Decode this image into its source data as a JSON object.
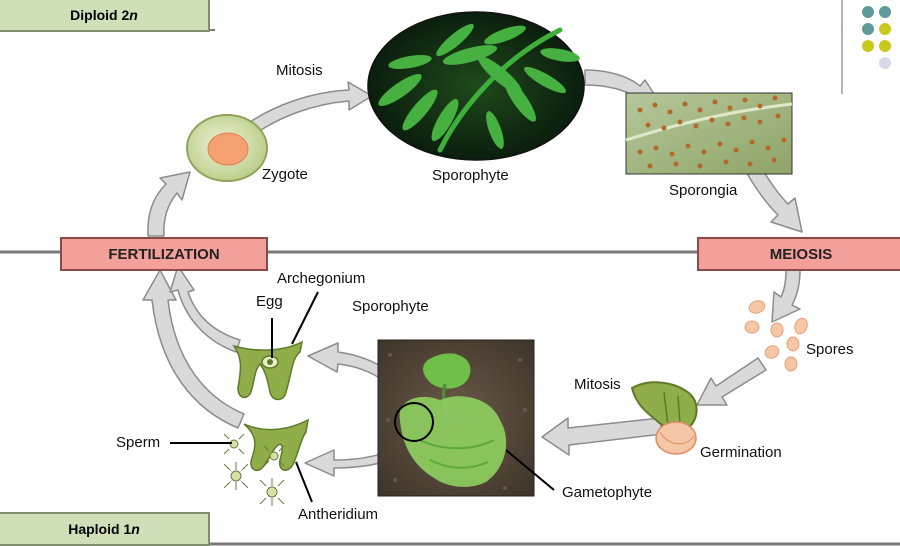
{
  "ploidy": {
    "diploid": {
      "text": "Diploid 2",
      "italic": "n"
    },
    "haploid": {
      "text": "Haploid 1",
      "italic": "n"
    }
  },
  "stages": {
    "fertilization": "FERTILIZATION",
    "meiosis": "MEIOSIS"
  },
  "labels": {
    "mitosis_top": "Mitosis",
    "zygote": "Zygote",
    "sporophyte_top": "Sporophyte",
    "sporongia": "Sporongia",
    "spores": "Spores",
    "mitosis_bottom": "Mitosis",
    "germination": "Germination",
    "gametophyte": "Gametophyte",
    "sporophyte_bottom": "Sporophyte",
    "archegonium": "Archegonium",
    "egg": "Egg",
    "sperm": "Sperm",
    "antheridium": "Antheridium"
  },
  "colors": {
    "arrow_fill": "#d9d9d9",
    "arrow_stroke": "#8c8c8c",
    "ploidy_bg": "#cfe0b8",
    "stage_bg": "#f4a09a",
    "divider": "#7a7a7a",
    "plant_green": "#7fa23a",
    "spore_peach": "#f6c7a6"
  }
}
